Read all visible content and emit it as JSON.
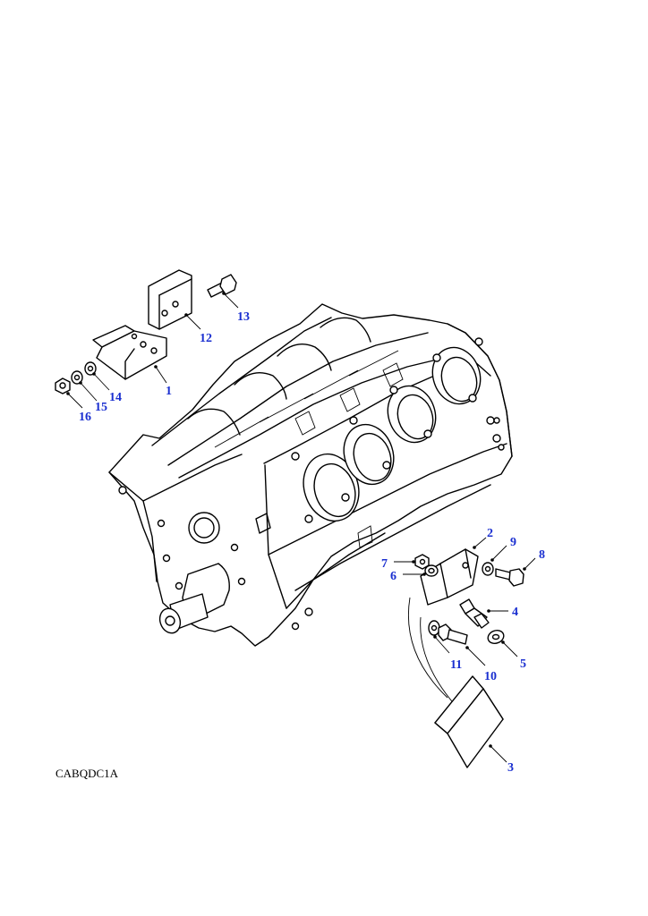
{
  "drawing_ref": "CABQDC1A",
  "accent_color": "#1a2fd0",
  "callouts": [
    "1",
    "2",
    "3",
    "4",
    "5",
    "6",
    "7",
    "8",
    "9",
    "10",
    "11",
    "12",
    "13",
    "14",
    "15",
    "16"
  ]
}
